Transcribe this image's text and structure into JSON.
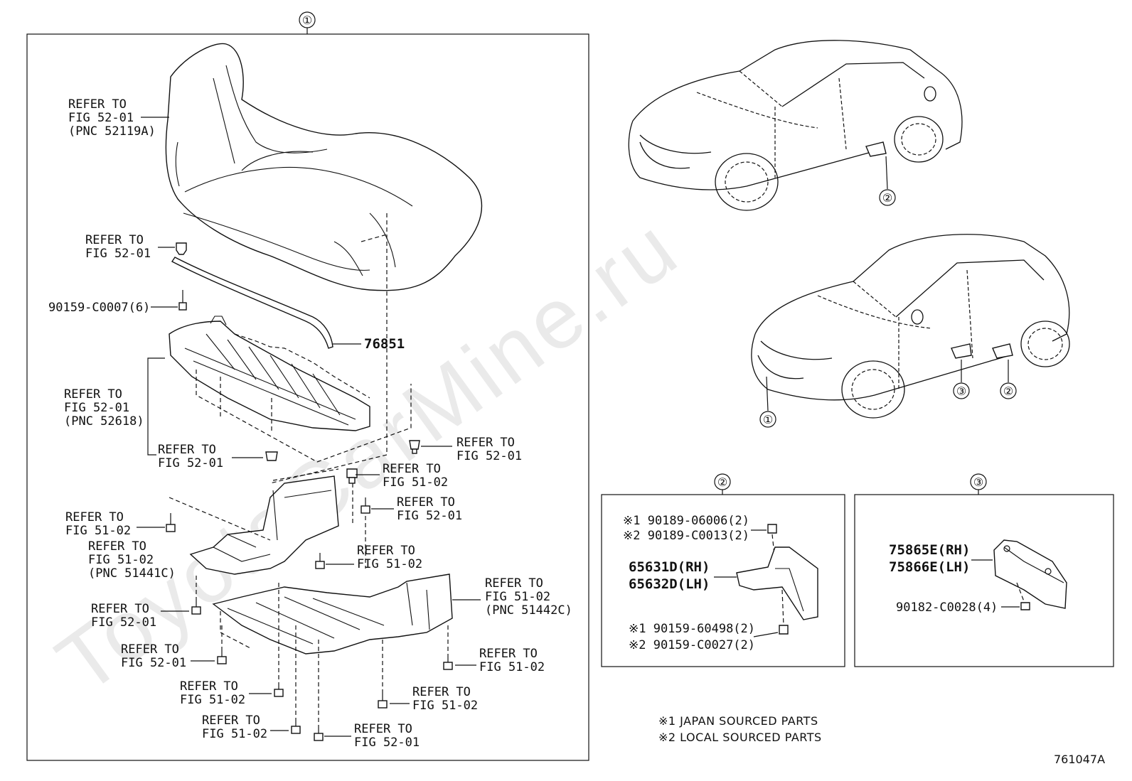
{
  "watermark": "ToyotaCarMine.ru",
  "figure_code": "761047A",
  "main_group_marker": "①",
  "parts": {
    "molding": "76851",
    "screw_front": "90159-C0007(6)"
  },
  "left_refs": [
    {
      "id": "ref1",
      "l1": "REFER TO",
      "l2": "FIG 52-01",
      "l3": "(PNC 52119A)"
    },
    {
      "id": "ref2",
      "l1": "REFER TO",
      "l2": "FIG 52-01"
    },
    {
      "id": "ref3",
      "l1": "REFER TO",
      "l2": "FIG 52-01",
      "l3": "(PNC 52618)"
    },
    {
      "id": "ref4",
      "l1": "REFER TO",
      "l2": "FIG 52-01"
    },
    {
      "id": "ref5",
      "l1": "REFER TO",
      "l2": "FIG 52-01"
    },
    {
      "id": "ref6",
      "l1": "REFER TO",
      "l2": "FIG 51-02"
    },
    {
      "id": "ref7",
      "l1": "REFER TO",
      "l2": "FIG 52-01"
    },
    {
      "id": "ref8",
      "l1": "REFER TO",
      "l2": "FIG 51-02"
    },
    {
      "id": "ref9",
      "l1": "REFER TO",
      "l2": "FIG 51-02",
      "l3": "(PNC 51441C)"
    },
    {
      "id": "ref10",
      "l1": "REFER TO",
      "l2": "FIG 51-02"
    },
    {
      "id": "ref11",
      "l1": "REFER TO",
      "l2": "FIG 51-02",
      "l3": "(PNC 51442C)"
    },
    {
      "id": "ref12",
      "l1": "REFER TO",
      "l2": "FIG 52-01"
    },
    {
      "id": "ref13",
      "l1": "REFER TO",
      "l2": "FIG 52-01"
    },
    {
      "id": "ref14",
      "l1": "REFER TO",
      "l2": "FIG 51-02"
    },
    {
      "id": "ref15",
      "l1": "REFER TO",
      "l2": "FIG 51-02"
    },
    {
      "id": "ref16",
      "l1": "REFER TO",
      "l2": "FIG 51-02"
    },
    {
      "id": "ref17",
      "l1": "REFER TO",
      "l2": "FIG 51-02"
    },
    {
      "id": "ref18",
      "l1": "REFER TO",
      "l2": "FIG 52-01"
    }
  ],
  "car_markers": {
    "sedan_2": "②",
    "hatch_1": "①",
    "hatch_3": "③",
    "hatch_2": "②"
  },
  "box2": {
    "marker": "②",
    "nut1": "※1 90189-06006(2)",
    "nut2": "※2 90189-C0013(2)",
    "part_rh": "65631D(RH)",
    "part_lh": "65632D(LH)",
    "screw1": "※1  90159-60498(2)",
    "screw2": "※2  90159-C0027(2)"
  },
  "box3": {
    "marker": "③",
    "part_rh": "75865E(RH)",
    "part_lh": "75866E(LH)",
    "clip": "90182-C0028(4)"
  },
  "notes": {
    "n1": "※1 JAPAN SOURCED PARTS",
    "n2": "※2 LOCAL SOURCED PARTS"
  }
}
